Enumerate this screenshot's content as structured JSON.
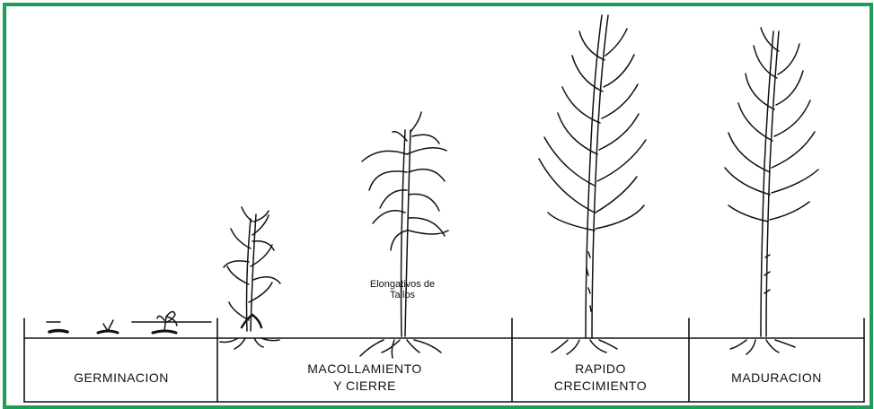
{
  "diagram": {
    "border_color": "#1e9e55",
    "stages": [
      {
        "label": "GERMINACION"
      },
      {
        "label_line1": "MACOLLAMIENTO",
        "label_line2": "Y CIERRE"
      },
      {
        "label_line1": "RAPIDO",
        "label_line2": "CRECIMIENTO"
      },
      {
        "label": "MADURACION"
      }
    ],
    "annotation": {
      "line1": "Elongativos de",
      "line2": "Tallos"
    }
  }
}
